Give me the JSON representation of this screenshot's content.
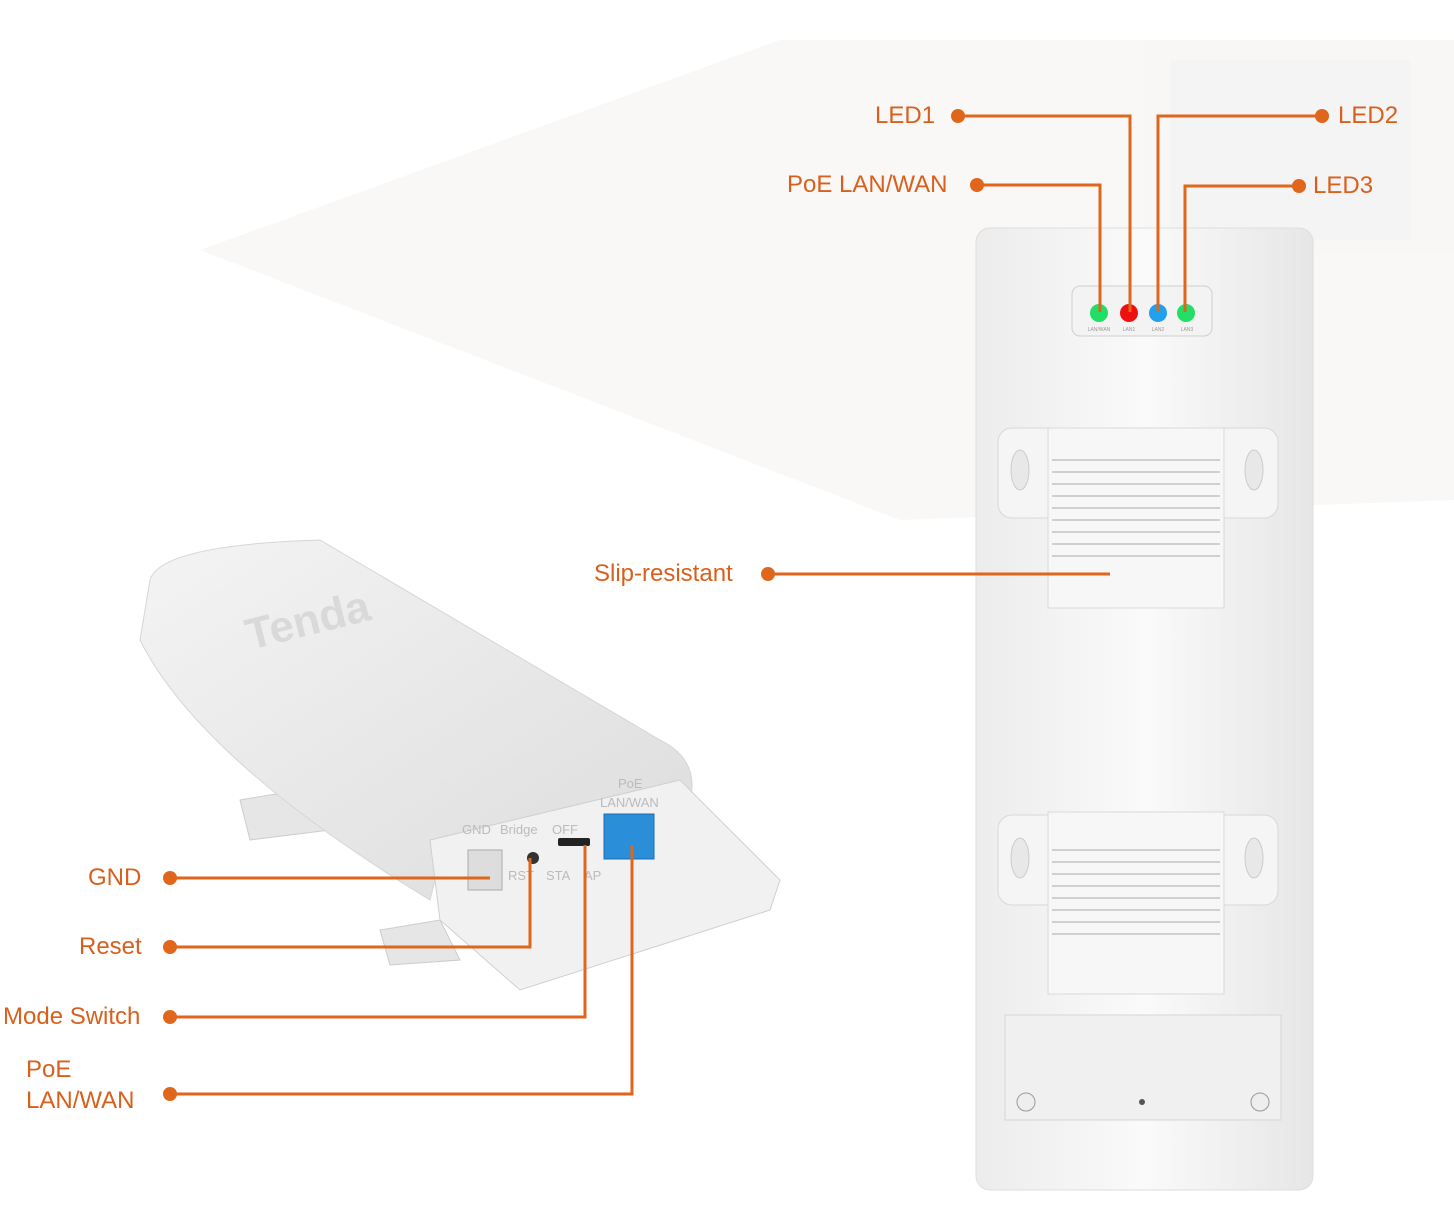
{
  "colors": {
    "callout": "#e0661c",
    "label": "#d8601c",
    "led_green": "#22dd66",
    "led_red": "#ee1111",
    "led_blue": "#22a0ee",
    "port_blue": "#2a8fd8"
  },
  "callouts": {
    "led1": "LED1",
    "led2": "LED2",
    "poe_top": "PoE LAN/WAN",
    "led3": "LED3",
    "slip": "Slip-resistant",
    "gnd": "GND",
    "reset": "Reset",
    "mode": "Mode Switch",
    "poe_bottom_1": "PoE",
    "poe_bottom_2": "LAN/WAN"
  },
  "device": {
    "brand": "Tenda",
    "led_labels": [
      "LAN/WAN",
      "LAN1",
      "LAN2",
      "LAN3"
    ],
    "port_labels": {
      "gnd": "GND",
      "bridge": "Bridge",
      "off": "OFF",
      "rst": "RST",
      "sta": "STA",
      "ap": "AP",
      "poe": "PoE",
      "lanwan": "LAN/WAN"
    }
  }
}
